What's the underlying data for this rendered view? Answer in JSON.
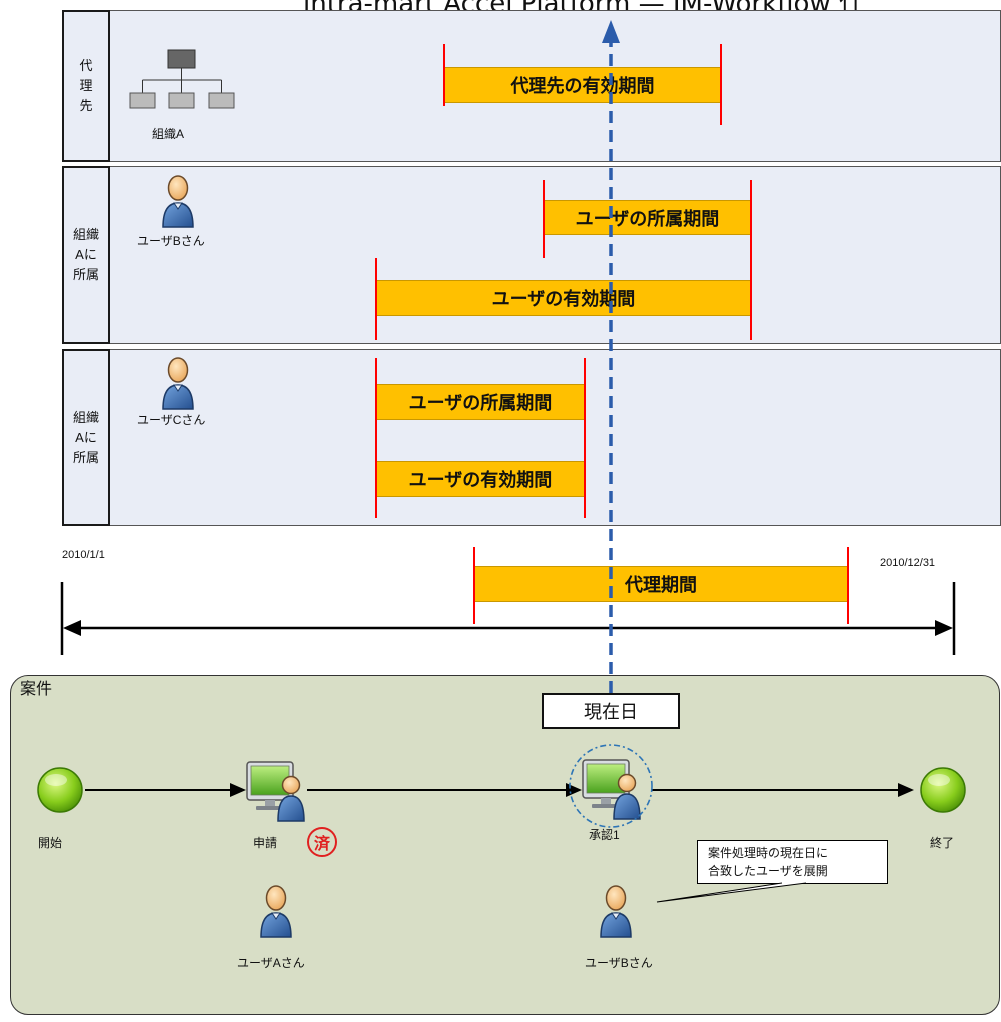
{
  "header": {
    "title": "intra-mart Accel Platform — IM-Workflow 仕"
  },
  "rows": {
    "delegate": {
      "label": [
        "代",
        "理",
        "先"
      ],
      "org_label": "組織A",
      "org_icon": "org-chart-icon",
      "bar": "代理先の有効期間"
    },
    "user_b": {
      "label": [
        "組織",
        "Aに",
        "所属"
      ],
      "user": "ユーザBさん",
      "user_icon": "user-icon",
      "bars": [
        "ユーザの所属期間",
        "ユーザの有効期間"
      ]
    },
    "user_c": {
      "label": [
        "組織",
        "Aに",
        "所属"
      ],
      "user": "ユーザCさん",
      "user_icon": "user-icon",
      "bars": [
        "ユーザの所属期間",
        "ユーザの有効期間"
      ]
    }
  },
  "timeline": {
    "start": "2010/1/1",
    "end": "2010/12/31",
    "bar": "代理期間"
  },
  "case": {
    "title": "案件",
    "current_date": "現在日",
    "nodes": {
      "start": {
        "label": "開始",
        "icon": "start-circle-icon"
      },
      "apply": {
        "label": "申請",
        "icon": "computer-user-icon",
        "stamp": "済"
      },
      "approve": {
        "label": "承認1",
        "icon": "computer-user-icon"
      },
      "end": {
        "label": "終了",
        "icon": "end-circle-icon"
      }
    },
    "users": {
      "apply": "ユーザAさん",
      "approve": "ユーザBさん"
    },
    "callout": [
      "案件処理時の現在日に",
      "合致したユーザを展開"
    ]
  },
  "colors": {
    "bar_fill": "#ffc000",
    "marker": "#ff0000",
    "panel_bg": "#e9edf6",
    "case_bg": "#d8dec6",
    "arrow_blue": "#2b5cab",
    "stamp": "#e02020"
  }
}
